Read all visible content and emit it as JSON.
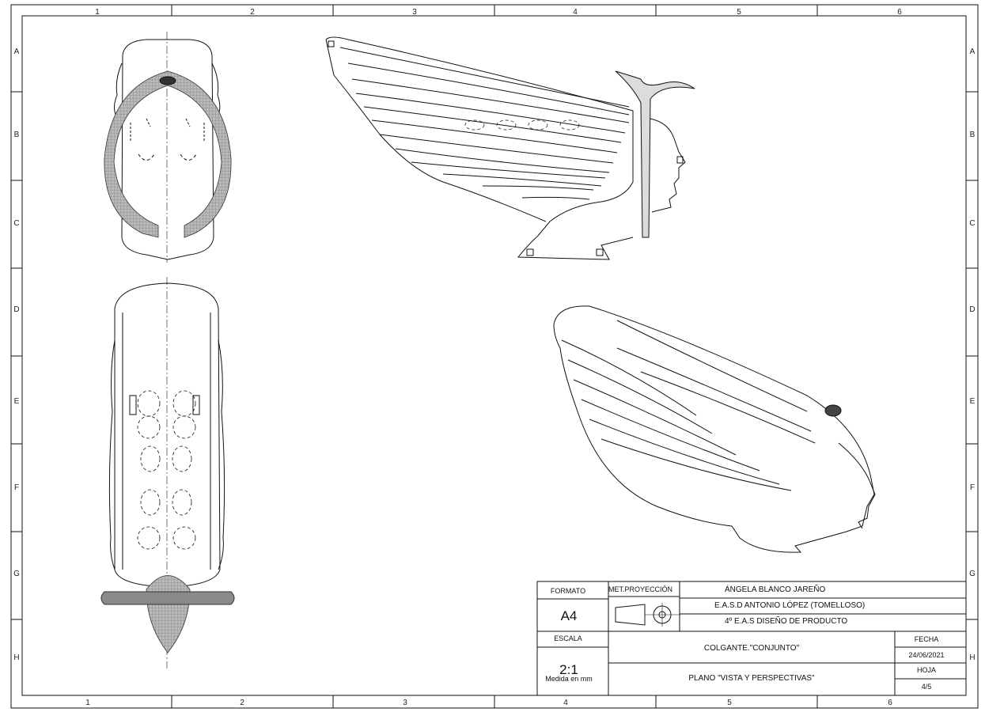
{
  "frame": {
    "columns_top": [
      "1",
      "2",
      "3",
      "4",
      "5",
      "6"
    ],
    "columns_bottom": [
      "1",
      "2",
      "3",
      "4",
      "5",
      "6"
    ],
    "rows_left": [
      "A",
      "B",
      "C",
      "D",
      "E",
      "F",
      "G",
      "H"
    ],
    "rows_right": [
      "A",
      "B",
      "C",
      "D",
      "E",
      "F",
      "G",
      "H"
    ]
  },
  "title_block": {
    "formato_label": "FORMATO",
    "formato_value": "A4",
    "met_proyeccion_label": "MET.PROYECCIÓN",
    "author": "ÁNGELA BLANCO JAREÑO",
    "school": "E.A.S.D ANTONIO LÓPEZ (TOMELLOSO)",
    "course": "4º E.A.S DISEÑO DE PRODUCTO",
    "escala_label": "ESCALA",
    "escala_value": "2:1",
    "escala_note": "Medida en mm",
    "piece": "COLGANTE.\"CONJUNTO\"",
    "plano": "PLANO \"VISTA Y PERSPECTIVAS\"",
    "fecha_label": "FECHA",
    "fecha_value": "24/06/2021",
    "hoja_label": "HOJA",
    "hoja_value": "4/5"
  },
  "views": [
    {
      "name": "top-view"
    },
    {
      "name": "front-view"
    },
    {
      "name": "side-view"
    },
    {
      "name": "perspective-view"
    }
  ],
  "colors": {
    "line": "#111111",
    "fill_gray": "#8a8a8a",
    "paper": "#ffffff"
  }
}
